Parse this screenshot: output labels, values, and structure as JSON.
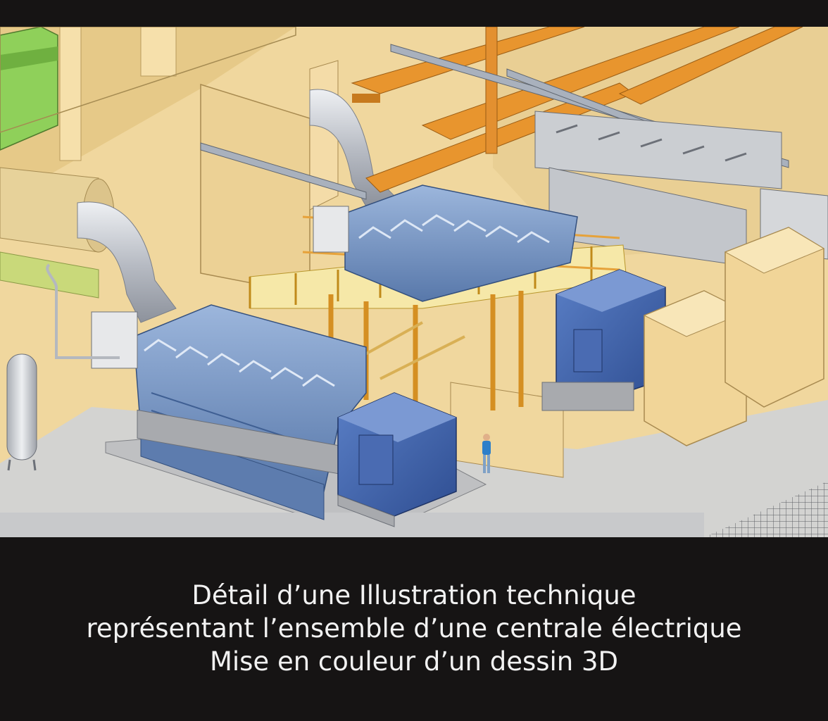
{
  "caption": {
    "line1": "Détail d’une Illustration technique",
    "line2": "représentant l’ensemble d’une centrale électrique",
    "line3": "Mise en couleur d’un dessin 3D"
  },
  "colors": {
    "background": "#161414",
    "caption_text": "#f2f2f2",
    "wall_tan": "#efd59a",
    "floor_grey": "#d3d3d1",
    "engine_blue": "#6e8fc0",
    "generator_blue": "#3f63ad",
    "beam_orange": "#e8952e",
    "duct_silver": "#c9ccd2",
    "green_block": "#8fd05a"
  },
  "icons": [
    "diesel-engine-illustration",
    "generator-illustration",
    "worker-figure"
  ]
}
